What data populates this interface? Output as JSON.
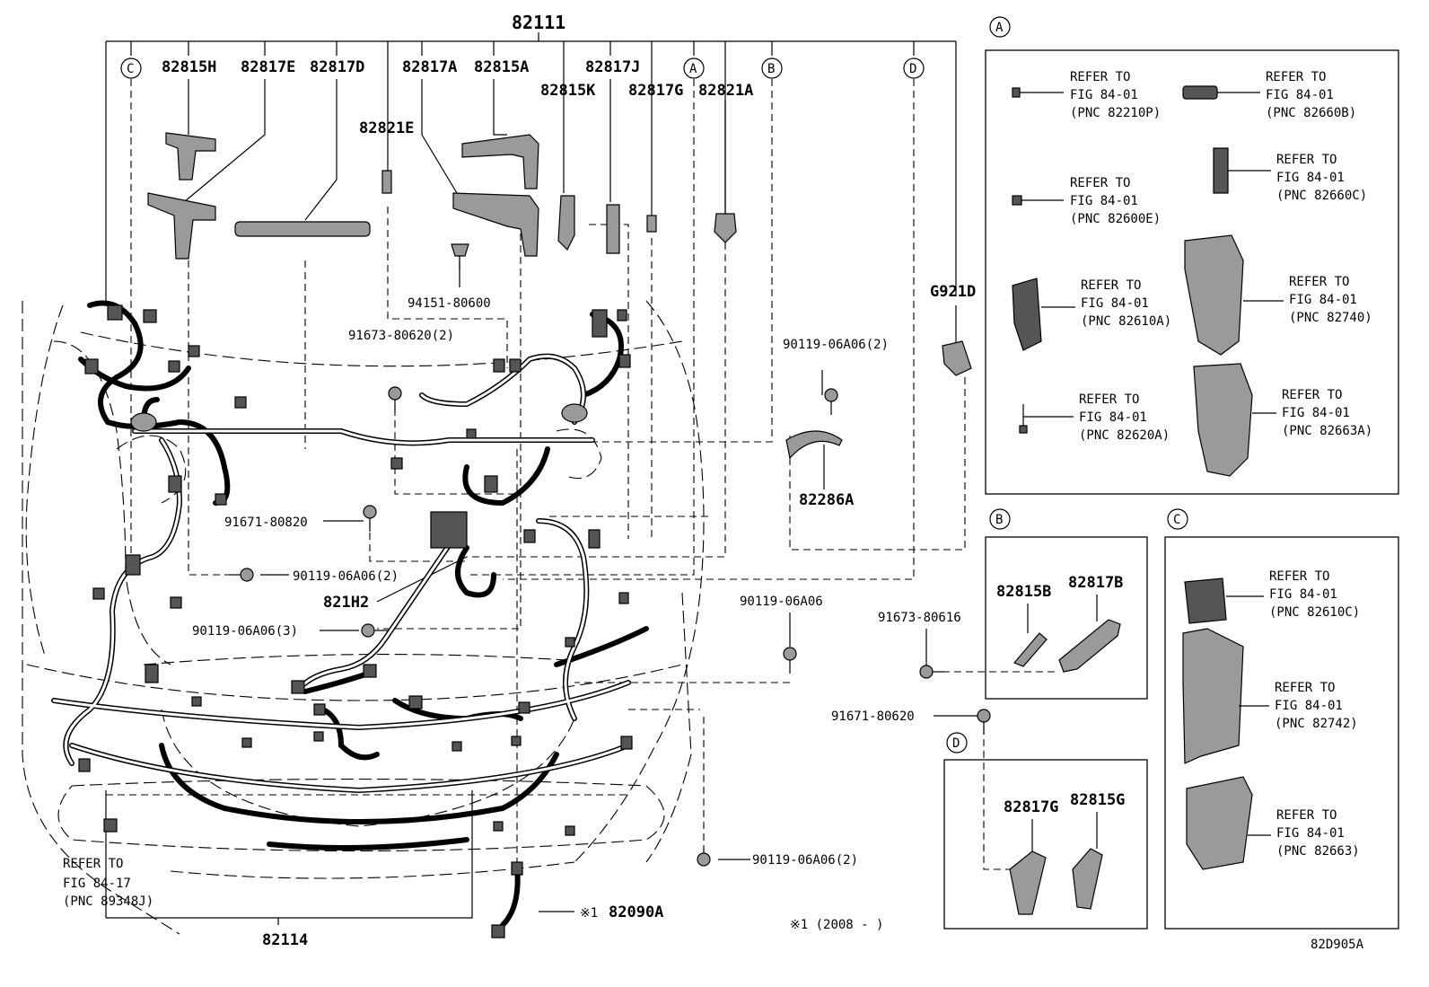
{
  "labels": {
    "main_assembly": "82111",
    "bottom_assembly": "82114",
    "p82815H": "82815H",
    "p82817E": "82817E",
    "p82817D": "82817D",
    "p82817A": "82817A",
    "p82815A": "82815A",
    "p82817J": "82817J",
    "p82815K": "82815K",
    "p82817G_top": "82817G",
    "p82821A": "82821A",
    "p82821E": "82821E",
    "p94151": "94151-80600",
    "p91673_620": "91673-80620(2)",
    "p90119_2_top": "90119-06A06(2)",
    "pG921D": "G921D",
    "p82286A": "82286A",
    "p91671_820": "91671-80820",
    "p90119_2_mid": "90119-06A06(2)",
    "p821H2": "821H2",
    "p90119_single": "90119-06A06",
    "p90119_3": "90119-06A06(3)",
    "p91673_616": "91673-80616",
    "p91671_620": "91671-80620",
    "p90119_2_bot": "90119-06A06(2)",
    "p82090A": "82090A",
    "p82090A_mark": "※1",
    "refer_bottom_1": "REFER TO",
    "refer_bottom_2": "FIG 84-17",
    "refer_bottom_3": "(PNC 89348J)",
    "footnote": "※1 (2008 -     )",
    "figure_code": "82D905A"
  },
  "callouts": {
    "A": "A",
    "B": "B",
    "C": "C",
    "D": "D"
  },
  "panel_A": {
    "title": "A",
    "refs": [
      {
        "l1": "REFER TO",
        "l2": "FIG 84-01",
        "l3": "(PNC 82210P)"
      },
      {
        "l1": "REFER TO",
        "l2": "FIG 84-01",
        "l3": "(PNC 82660B)"
      },
      {
        "l1": "REFER TO",
        "l2": "FIG 84-01",
        "l3": "(PNC 82600E)"
      },
      {
        "l1": "REFER TO",
        "l2": "FIG 84-01",
        "l3": "(PNC 82660C)"
      },
      {
        "l1": "REFER TO",
        "l2": "FIG 84-01",
        "l3": "(PNC 82610A)"
      },
      {
        "l1": "REFER TO",
        "l2": "FIG 84-01",
        "l3": "(PNC 82740)"
      },
      {
        "l1": "REFER TO",
        "l2": "FIG 84-01",
        "l3": "(PNC 82620A)"
      },
      {
        "l1": "REFER TO",
        "l2": "FIG 84-01",
        "l3": "(PNC 82663A)"
      }
    ]
  },
  "panel_B": {
    "title": "B",
    "p1": "82815B",
    "p2": "82817B"
  },
  "panel_C": {
    "title": "C",
    "refs": [
      {
        "l1": "REFER TO",
        "l2": "FIG 84-01",
        "l3": "(PNC 82610C)"
      },
      {
        "l1": "REFER TO",
        "l2": "FIG 84-01",
        "l3": "(PNC 82742)"
      },
      {
        "l1": "REFER TO",
        "l2": "FIG 84-01",
        "l3": "(PNC 82663)"
      }
    ]
  },
  "panel_D": {
    "title": "D",
    "p1": "82817G",
    "p2": "82815G"
  }
}
